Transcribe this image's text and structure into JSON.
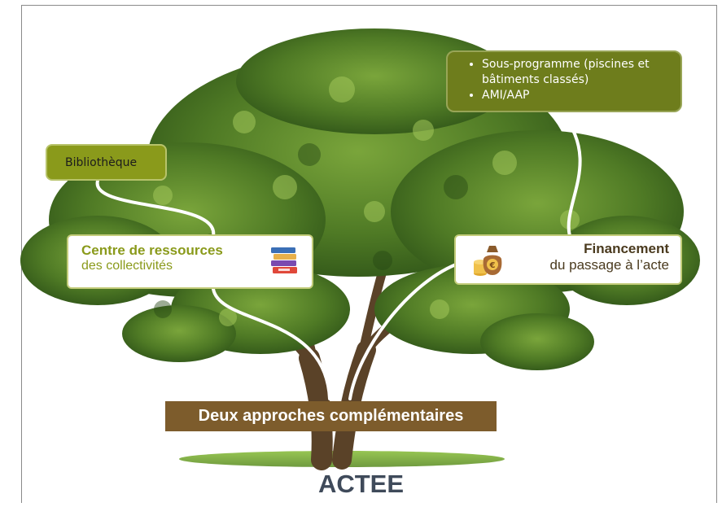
{
  "title": "ACTEE",
  "banner": "Deux approches complémentaires",
  "left": {
    "top_box": "Bibliothèque",
    "main_line1": "Centre de ressources",
    "main_line2": "des collectivités",
    "icon": "books-icon"
  },
  "right": {
    "top_items": [
      "Sous-programme (piscines et bâtiments classés)",
      "AMI/AAP"
    ],
    "main_line1": "Financement",
    "main_line2": "du passage à l’acte",
    "icon": "money-bag-icon"
  },
  "colors": {
    "olive": "#8a9a1b",
    "dark_olive": "#6e7d1c",
    "brown": "#7d5c2c",
    "title": "#3f4a5a"
  }
}
